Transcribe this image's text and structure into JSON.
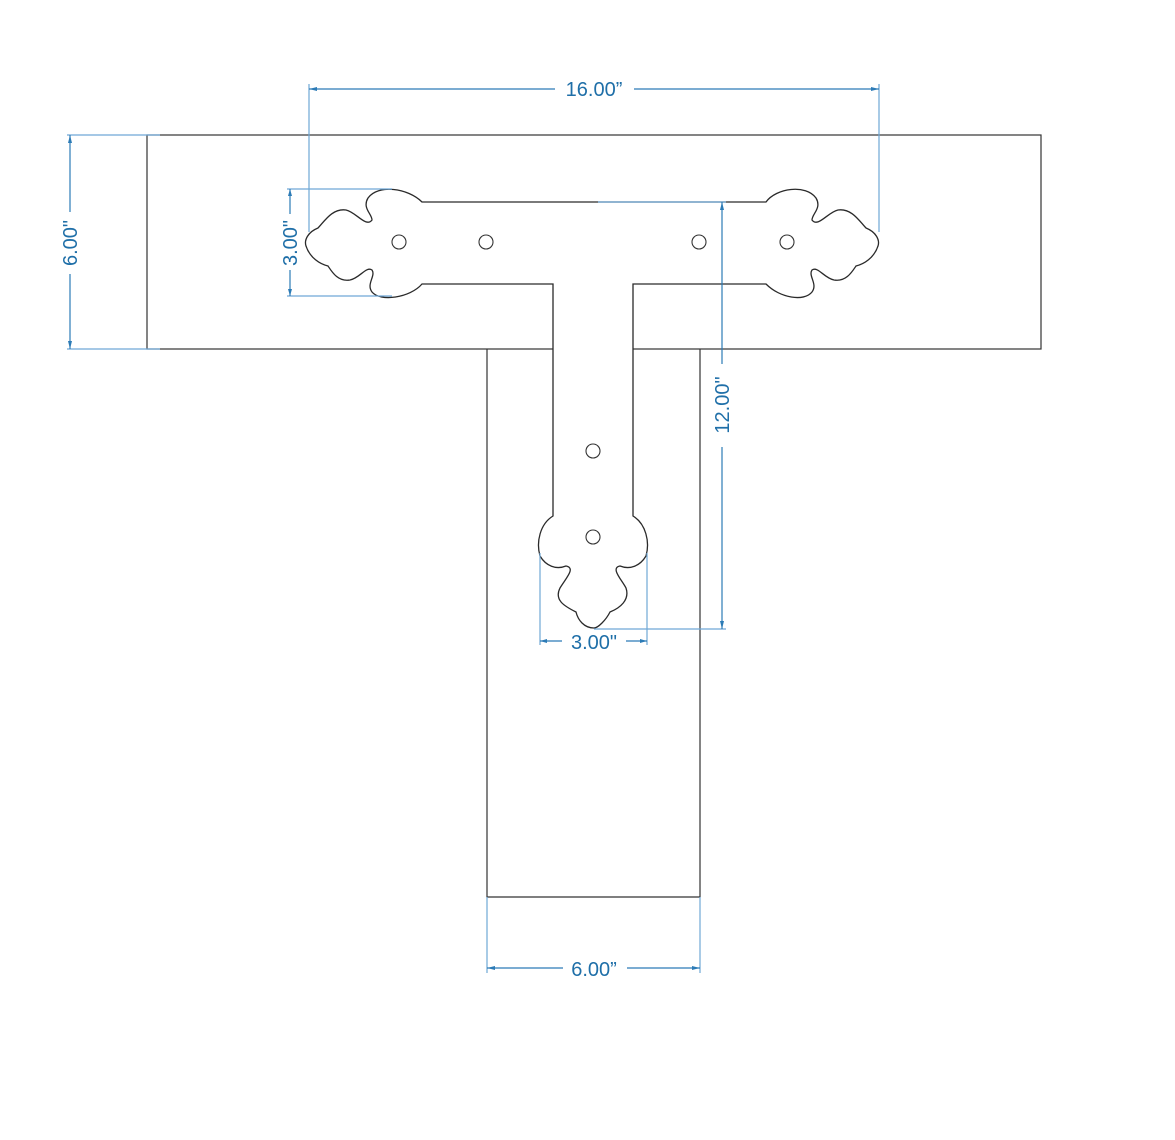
{
  "diagram": {
    "title": "T-strap bracket on 6\" beam and 6\" post",
    "colors": {
      "outline": "#333333",
      "dimension": "#2c7bb6",
      "dimension_text": "#1f6fa8",
      "background": "#ffffff"
    },
    "components": {
      "beam": {
        "label": "horizontal beam",
        "height": "6.00\""
      },
      "post": {
        "label": "vertical post",
        "width": "6.00\""
      },
      "t_strap": {
        "label": "decorative T-strap plate",
        "span": "16.00\"",
        "arm_height": "3.00\"",
        "leg_length": "12.00\"",
        "leg_tip_width": "3.00\"",
        "hole_count": 6,
        "end_style": "fleur-de-lis scroll"
      }
    },
    "dimensions": {
      "top_span": "16.00”",
      "beam_height": "6.00\"",
      "arm_height": "3.00\"",
      "leg_length": "12.00\"",
      "leg_tip_width": "3.00\"",
      "post_width": "6.00”"
    }
  }
}
